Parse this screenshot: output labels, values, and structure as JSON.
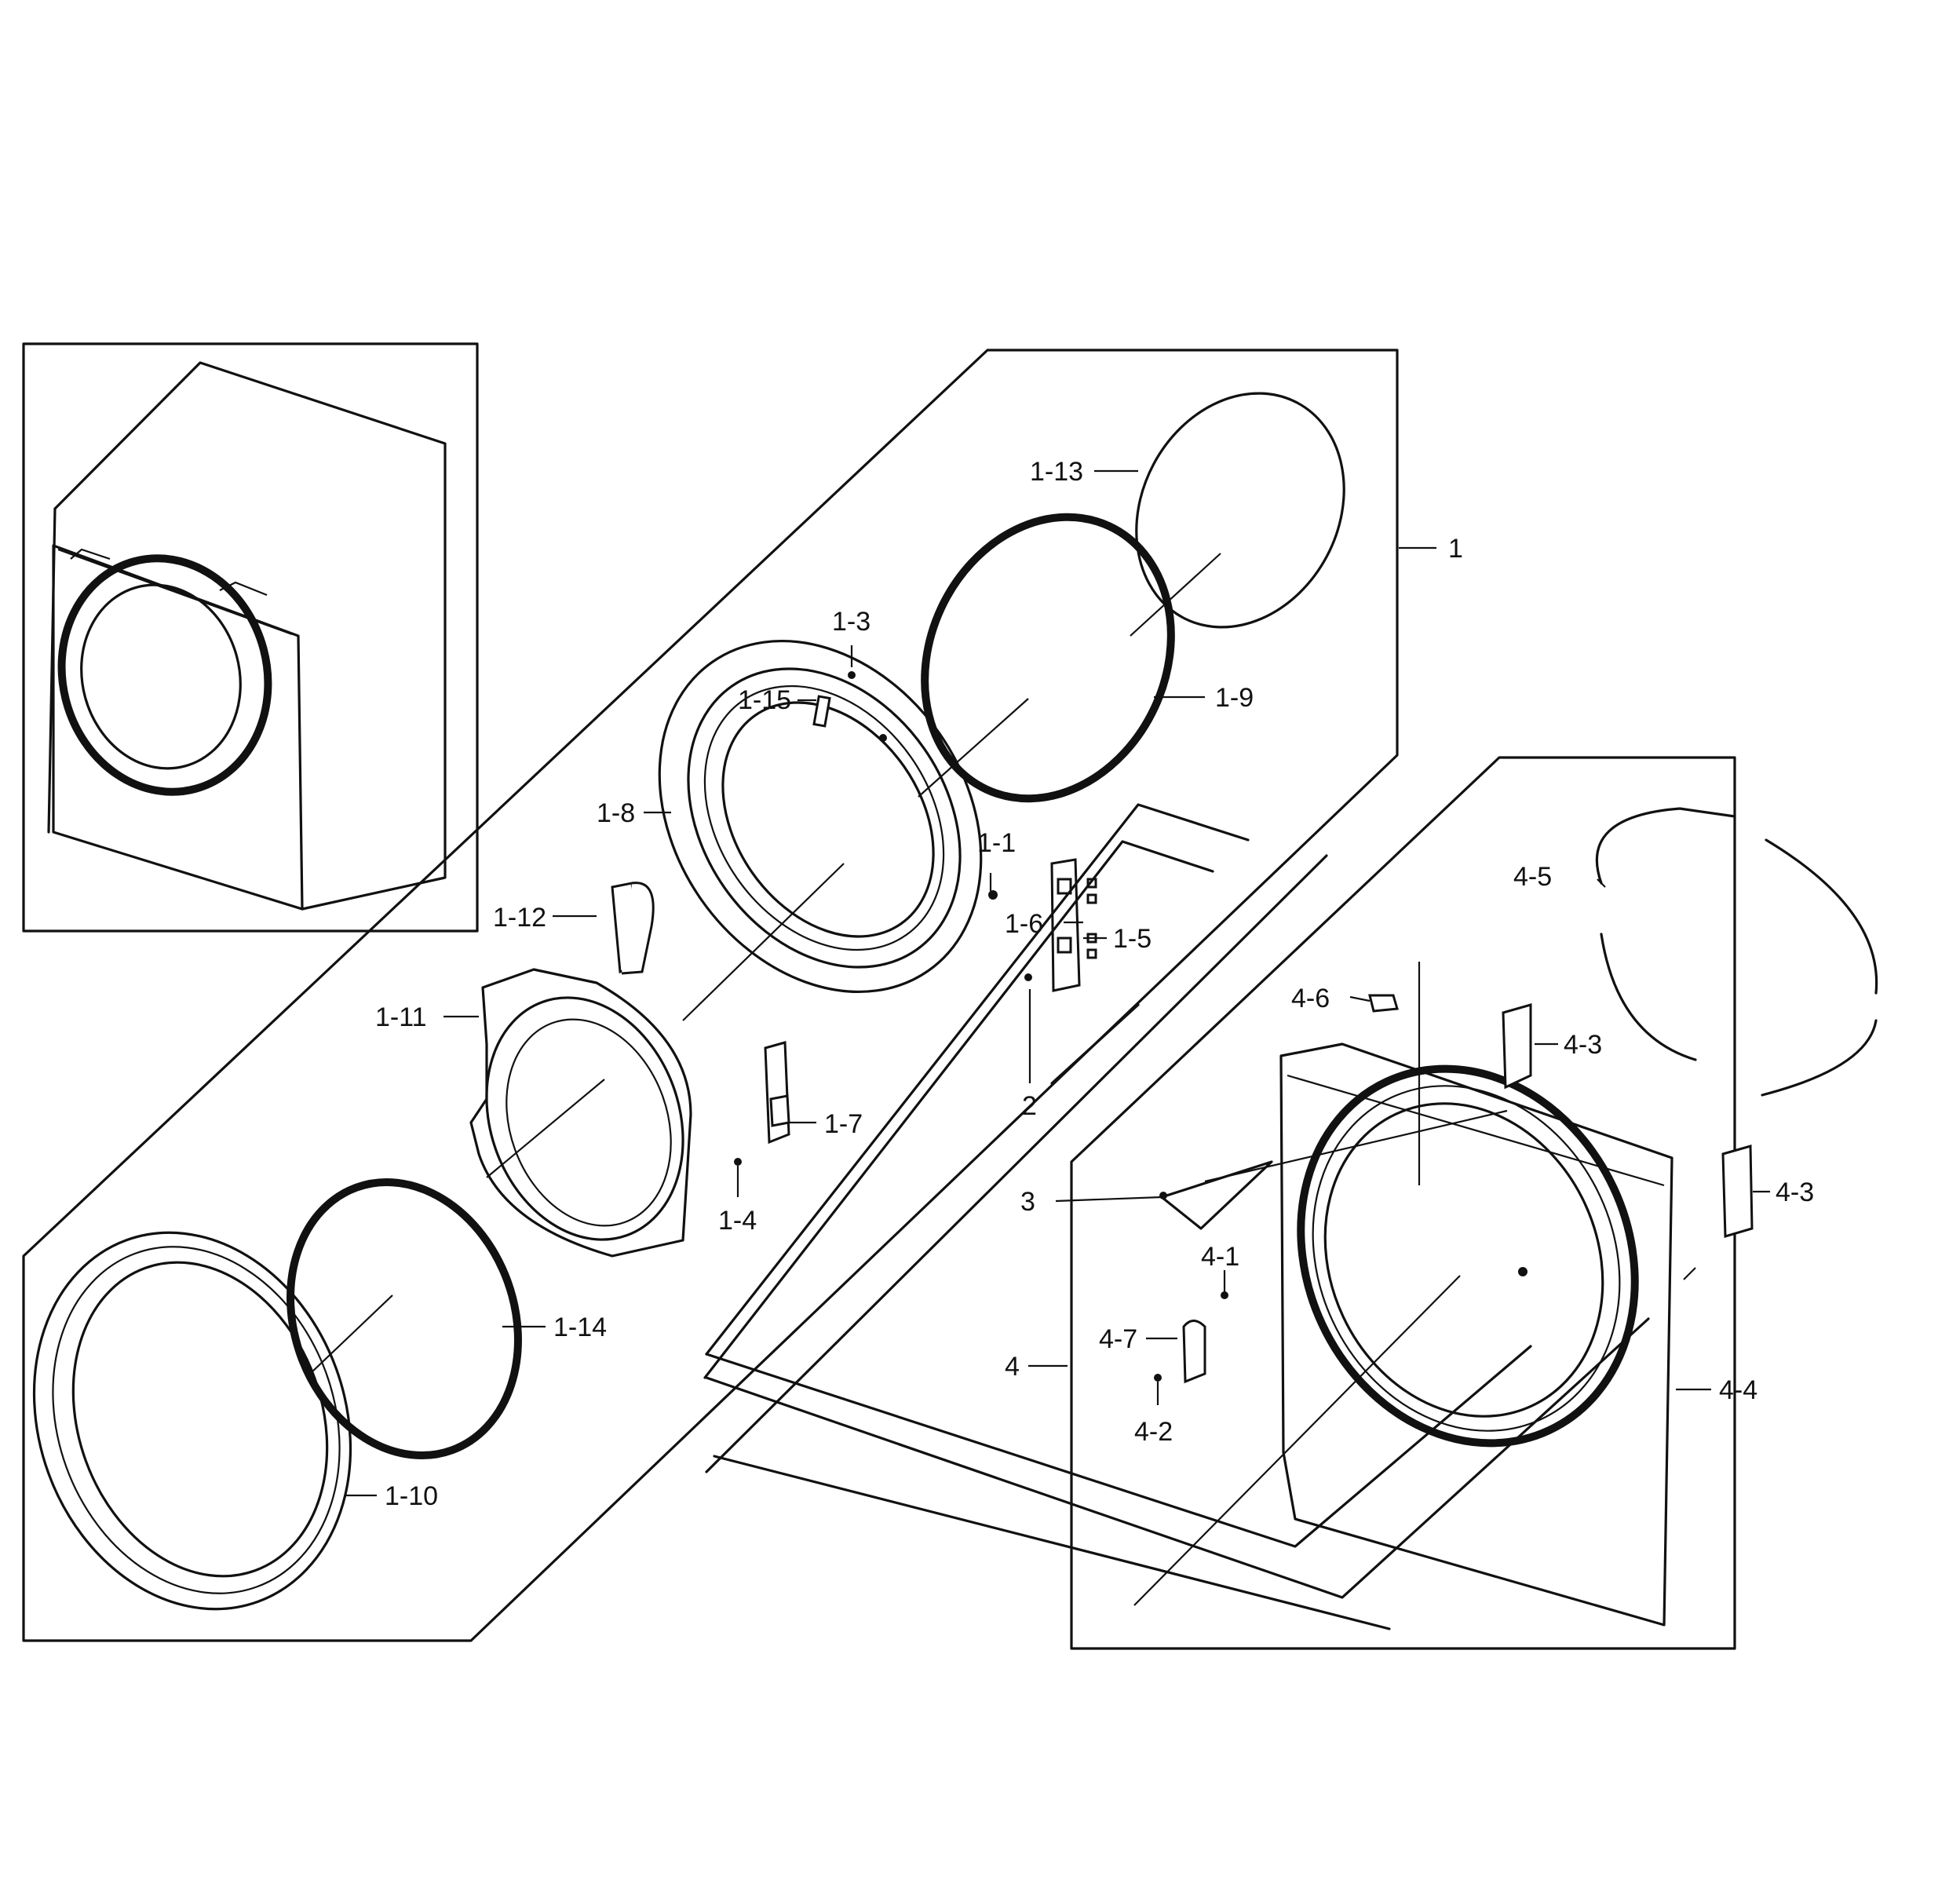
{
  "labels": {
    "l1": "1",
    "l1_1": "1-1",
    "l1_3": "1-3",
    "l1_4": "1-4",
    "l1_5": "1-5",
    "l1_6": "1-6",
    "l1_7": "1-7",
    "l1_8": "1-8",
    "l1_9": "1-9",
    "l1_10": "1-10",
    "l1_11": "1-11",
    "l1_12": "1-12",
    "l1_13": "1-13",
    "l1_14": "1-14",
    "l1_15": "1-15",
    "l2": "2",
    "l3": "3",
    "l4": "4",
    "l4_1": "4-1",
    "l4_2": "4-2",
    "l4_3a": "4-3",
    "l4_3b": "4-3",
    "l4_4": "4-4",
    "l4_5": "4-5",
    "l4_6": "4-6",
    "l4_7": "4-7"
  }
}
